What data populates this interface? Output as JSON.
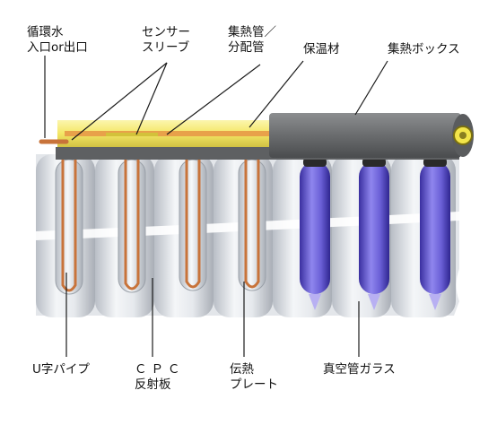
{
  "labels": {
    "water_port": {
      "line1": "循環水",
      "line2": "入口or出口"
    },
    "sensor_sleeve": {
      "line1": "センサー",
      "line2": "スリーブ"
    },
    "header_pipe": {
      "line1": "集熱管／",
      "line2": "分配管"
    },
    "insulation": {
      "text": "保温材"
    },
    "collector_box": {
      "text": "集熱ボックス"
    },
    "u_pipe": {
      "text": "U字パイプ"
    },
    "cpc_reflector": {
      "line1": "ＣＰＣ",
      "line2": "反射板"
    },
    "heat_plate": {
      "line1": "伝熱",
      "line2": "プレート"
    },
    "vacuum_tube": {
      "text": "真空管ガラス"
    }
  },
  "colors": {
    "reflector": "#dfe3e8",
    "copper_pipe": "#c8733a",
    "manifold_yellow": "#f2e24a",
    "box_gray": "#6a6c6e",
    "vacuum_glass": "#6a5fd6",
    "leader_line": "#1a1a1a"
  }
}
